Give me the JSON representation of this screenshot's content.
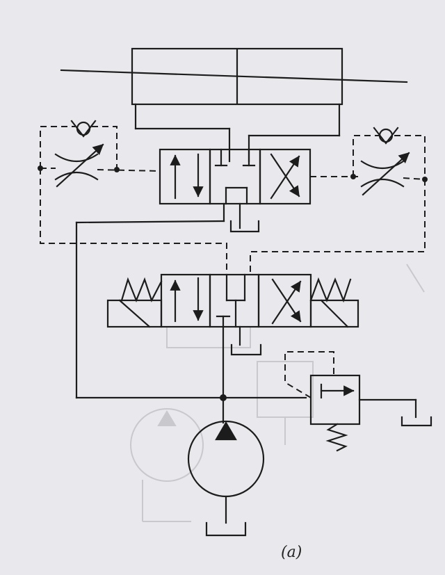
{
  "figure": {
    "caption": "(a)"
  },
  "colors": {
    "line": "#1c1c1c",
    "paper": "#e9e8ec",
    "bleed": "#c9c8cc"
  },
  "components": [
    {
      "name": "double-rod-hydraulic-cylinder"
    },
    {
      "name": "pilot-operated-directional-valve"
    },
    {
      "name": "solenoid-pilot-directional-valve"
    },
    {
      "name": "throttle-check-valve-left"
    },
    {
      "name": "throttle-check-valve-right"
    },
    {
      "name": "relief-valve"
    },
    {
      "name": "hydraulic-pump"
    },
    {
      "name": "tank"
    }
  ]
}
